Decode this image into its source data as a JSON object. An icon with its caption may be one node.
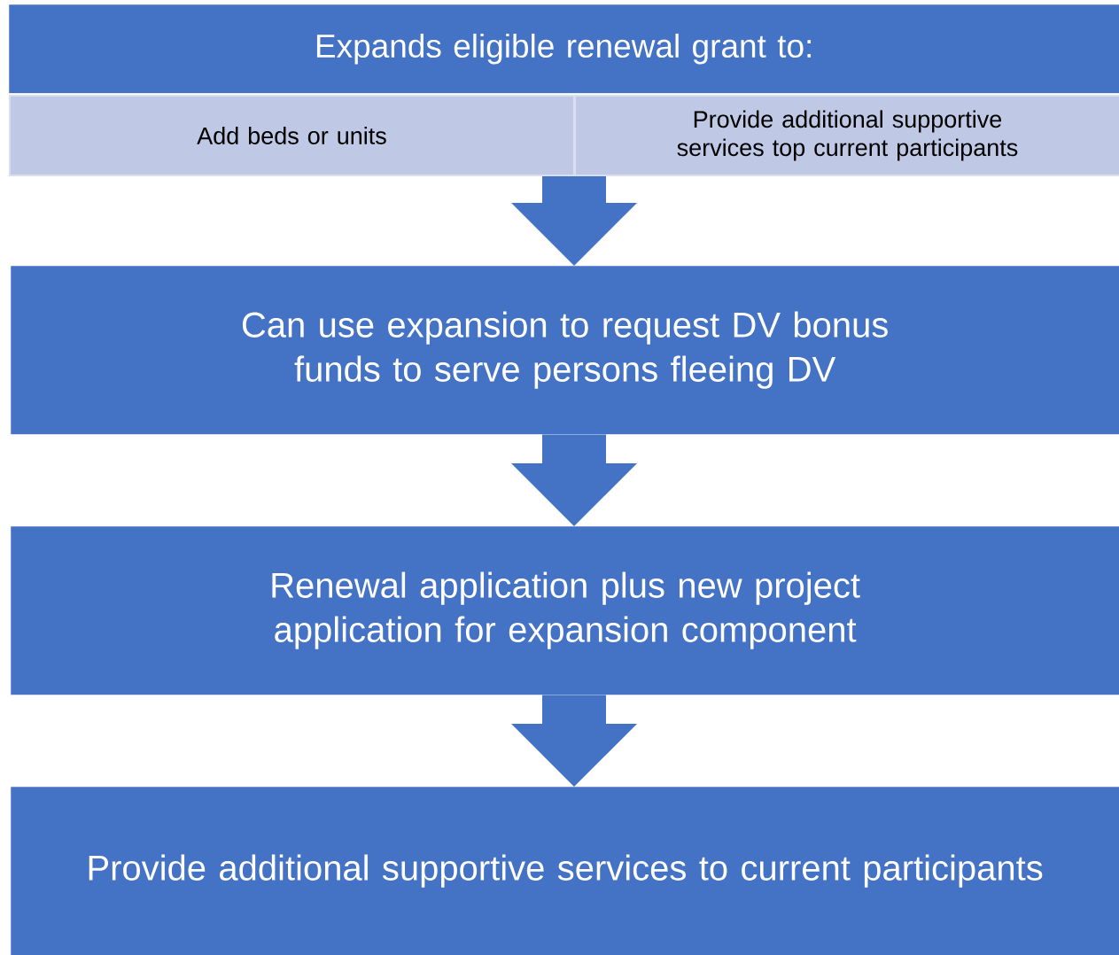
{
  "diagram": {
    "nodes": [
      {
        "text": [
          "Expands eligible renewal grant to:"
        ]
      },
      {
        "text": [
          "Add beds or units"
        ]
      },
      {
        "text": [
          "Provide additional supportive services top current participants"
        ]
      },
      {
        "text": [
          "Can use expansion to request DV bonus funds to serve persons fleeing DV"
        ]
      },
      {
        "text": [
          "Renewal application plus new project application for expansion component"
        ]
      },
      {
        "text": [
          "Provide additional supportive services to current participants"
        ]
      }
    ],
    "edges": [
      {
        "from": 1,
        "to": 3,
        "arrow": "to"
      },
      {
        "from": 2,
        "to": 3,
        "arrow": "to"
      },
      {
        "from": 3,
        "to": 4,
        "arrow": "to"
      },
      {
        "from": 4,
        "to": 5,
        "arrow": "to"
      }
    ]
  }
}
